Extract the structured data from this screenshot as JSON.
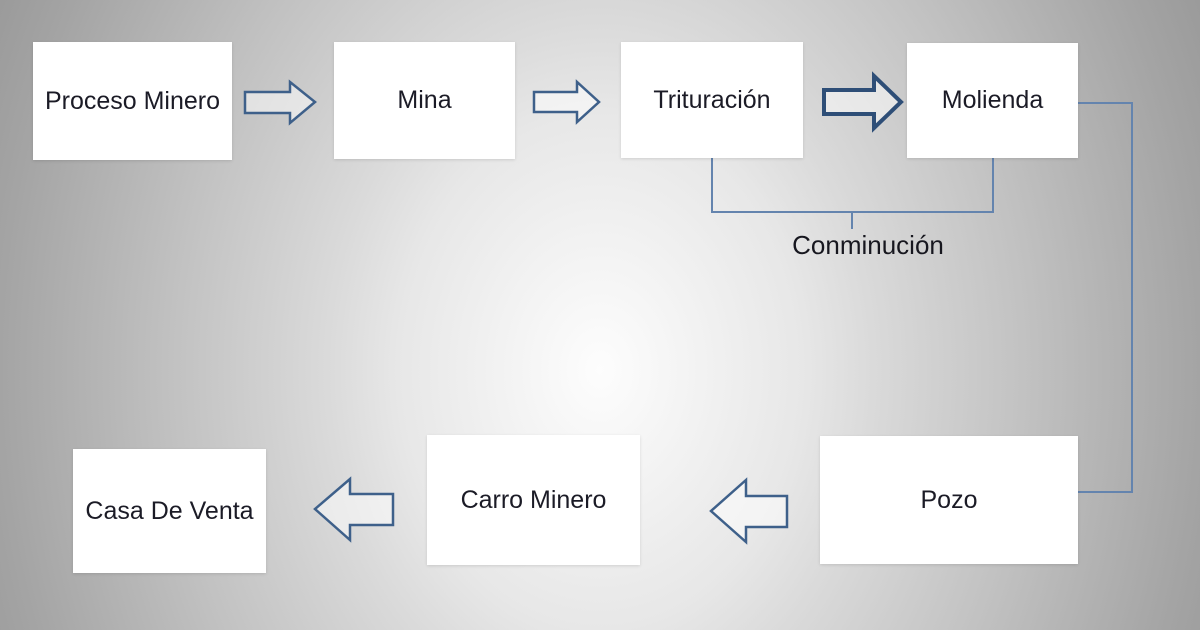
{
  "diagram": {
    "boxes": [
      {
        "label": "Proceso Minero"
      },
      {
        "label": "Mina"
      },
      {
        "label": "Trituración"
      },
      {
        "label": "Molienda"
      },
      {
        "label": "Pozo"
      },
      {
        "label": "Carro Minero"
      },
      {
        "label": "Casa De Venta"
      }
    ],
    "bracket_label": "Conminución",
    "arrows": [
      {
        "from": "Proceso Minero",
        "to": "Mina",
        "direction": "right"
      },
      {
        "from": "Mina",
        "to": "Trituración",
        "direction": "right"
      },
      {
        "from": "Trituración",
        "to": "Molienda",
        "direction": "right"
      },
      {
        "from": "Molienda",
        "to": "Pozo",
        "direction": "connector-down"
      },
      {
        "from": "Pozo",
        "to": "Carro Minero",
        "direction": "left"
      },
      {
        "from": "Carro Minero",
        "to": "Casa De Venta",
        "direction": "left"
      }
    ],
    "colors": {
      "arrow_stroke": "#3e608a",
      "arrow_stroke_bold": "#2e4e77",
      "connector_stroke": "#6484ae",
      "box_fill": "#ffffff",
      "text": "#1b1b26"
    }
  }
}
